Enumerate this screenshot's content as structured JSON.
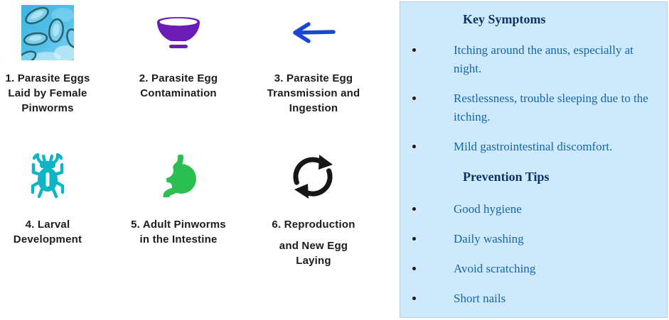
{
  "figure": {
    "steps": [
      {
        "name": "parasite-eggs",
        "icon": "parasite-eggs-micrograph",
        "lines": [
          "1. Parasite Eggs",
          "Laid by Female",
          "Pinworms"
        ]
      },
      {
        "name": "egg-contamination",
        "icon": "bowl-icon",
        "lines": [
          "2. Parasite Egg",
          "Contamination"
        ]
      },
      {
        "name": "egg-transmission",
        "icon": "left-arrow-icon",
        "lines": [
          "3. Parasite Egg",
          "Transmission and",
          "Ingestion"
        ]
      },
      {
        "name": "larval-development",
        "icon": "bug-icon",
        "lines": [
          "4. Larval",
          "Development"
        ]
      },
      {
        "name": "adult-pinworms",
        "icon": "stomach-icon",
        "lines": [
          "5. Adult Pinworms",
          "in the Intestine"
        ]
      },
      {
        "name": "reproduction",
        "icon": "cycle-arrows-icon",
        "lines": [
          "6. Reproduction",
          "and New Egg",
          "Laying"
        ]
      }
    ]
  },
  "panel": {
    "symptoms_title": "Key Symptoms",
    "symptoms": [
      "Itching around the anus, especially at night.",
      "Restlessness, trouble sleeping due to the itching.",
      "Mild gastrointestinal discomfort."
    ],
    "prevention_title": "Prevention Tips",
    "tips": [
      "Good hygiene",
      "Daily washing",
      "Avoid scratching",
      "Short nails"
    ]
  },
  "colors": {
    "panel-bg": "#cee9fb",
    "panel-title": "#0d3263",
    "panel-text": "#1565a8",
    "bullet": "#1c1c1c",
    "caption": "#1c1c1c",
    "bowl": "#6a1cb5",
    "arrow": "#1c45d0",
    "bug": "#0db4c6",
    "stomach": "#2bbe51",
    "cycle": "#161616",
    "photo-bg": "#44bae7",
    "egg-outline": "#2b6472",
    "egg-fill": "#79cfec"
  }
}
